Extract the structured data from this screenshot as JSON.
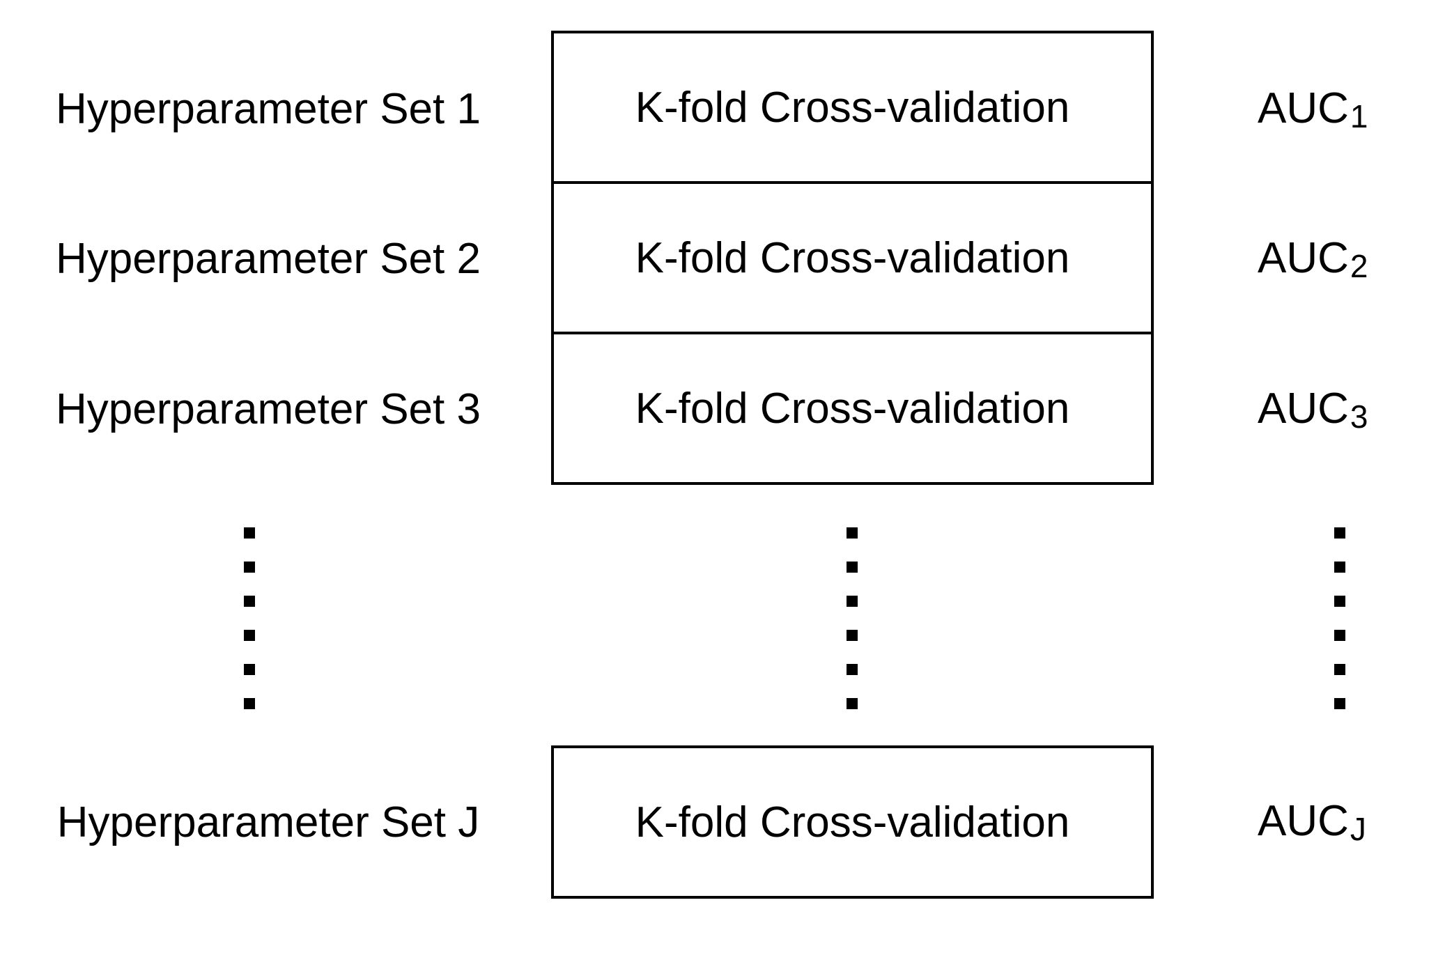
{
  "rows": [
    {
      "label": "Hyperparameter Set 1",
      "process": "K-fold Cross-validation",
      "metric": "AUC",
      "subscript": "1"
    },
    {
      "label": "Hyperparameter Set 2",
      "process": "K-fold Cross-validation",
      "metric": "AUC",
      "subscript": "2"
    },
    {
      "label": "Hyperparameter Set 3",
      "process": "K-fold Cross-validation",
      "metric": "AUC",
      "subscript": "3"
    },
    {
      "label": "Hyperparameter Set J",
      "process": "K-fold Cross-validation",
      "metric": "AUC",
      "subscript": "J"
    }
  ],
  "ellipsis": {
    "columns": [
      "hyperparameter-sets",
      "cross-validation",
      "auc"
    ],
    "dot_count": 6
  },
  "colors": {
    "background": "#ffffff",
    "stroke": "#000000",
    "text": "#000000"
  }
}
